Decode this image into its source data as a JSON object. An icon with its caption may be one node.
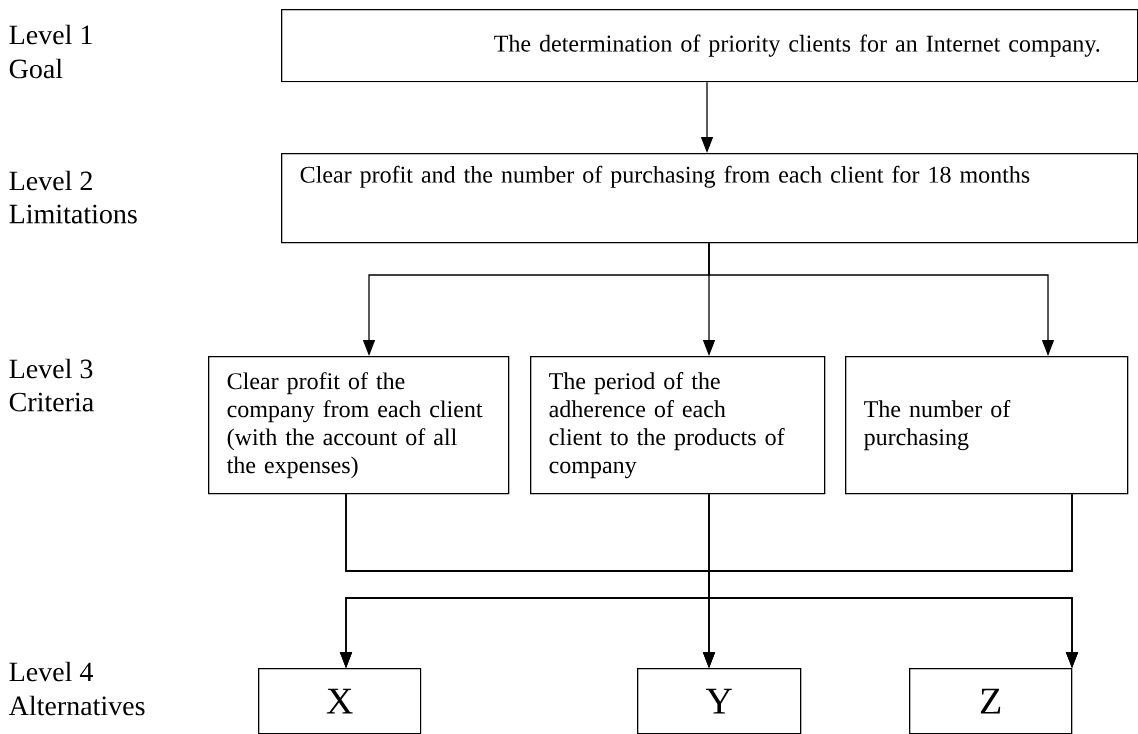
{
  "diagram": {
    "nodes": [
      {
        "text": [
          "The determination of priority clients for an Internet company."
        ]
      },
      {
        "text": [
          "Clear profit and the number of purchasing from each client for 18 months"
        ]
      },
      {
        "text": [
          "Clear profit of the company from each client (with the account of all the expenses)"
        ]
      },
      {
        "text": [
          "The period of the adherence of each client to the products of company"
        ]
      },
      {
        "text": [
          "The number of purchasing"
        ]
      },
      {
        "text": [
          "X"
        ]
      },
      {
        "text": [
          "Y"
        ]
      },
      {
        "text": [
          "Z"
        ]
      }
    ],
    "edges": [
      {
        "from": 0,
        "to": 1,
        "arrow": "to"
      },
      {
        "from": 1,
        "to": 2,
        "arrow": "to"
      },
      {
        "from": 1,
        "to": 3,
        "arrow": "to"
      },
      {
        "from": 1,
        "to": 4,
        "arrow": "to"
      },
      {
        "from": 2,
        "to": 5,
        "arrow": "to"
      },
      {
        "from": 2,
        "to": 6,
        "arrow": "to"
      },
      {
        "from": 2,
        "to": 7,
        "arrow": "to"
      },
      {
        "from": 3,
        "to": 5,
        "arrow": "to"
      },
      {
        "from": 3,
        "to": 6,
        "arrow": "to"
      },
      {
        "from": 3,
        "to": 7,
        "arrow": "to"
      },
      {
        "from": 4,
        "to": 5,
        "arrow": "to"
      },
      {
        "from": 4,
        "to": 6,
        "arrow": "to"
      },
      {
        "from": 4,
        "to": 7,
        "arrow": "to"
      }
    ],
    "labels": [
      "Level 1",
      "Goal",
      "Level 2",
      "Limitations",
      "Level 3",
      "Criteria",
      "Level 4",
      "Alternatives"
    ]
  }
}
